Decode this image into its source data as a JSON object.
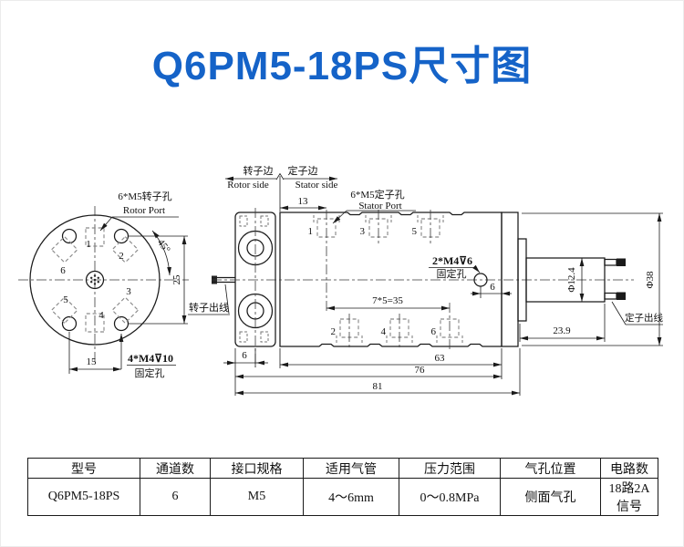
{
  "title": "Q6PM5-18PS尺寸图",
  "front": {
    "rotor_port_cn": "6*M5转子孔",
    "rotor_port_en": "Rotor Port",
    "n1": "1",
    "n2": "2",
    "n3": "3",
    "n4": "4",
    "n5": "5",
    "n6": "6",
    "angle": "45°",
    "h25": "25",
    "w15": "15",
    "fix": "4*M4⊽10",
    "fix2": "固定孔"
  },
  "side": {
    "rotor_side_cn": "转子边",
    "stator_side_cn": "定子边",
    "rotor_side_en": "Rotor side",
    "stator_side_en": "Stator side",
    "stator_port_cn": "6*M5定子孔",
    "stator_port_en": "Stator Port",
    "d13": "13",
    "p1": "1",
    "p3": "3",
    "p5": "5",
    "p2": "2",
    "p4": "4",
    "p6": "6",
    "fix": "2*M4⊽6",
    "fix2": "固定孔",
    "d6hole": "6",
    "pitch": "7*5=35",
    "rotor_wire": "转子出线",
    "stator_wire": "定子出线",
    "dia12": "Φ12.4",
    "dia38": "Φ38",
    "d239": "23.9",
    "d6": "6",
    "d63": "63",
    "d76": "76",
    "d81": "81"
  },
  "table": {
    "headers": [
      "型号",
      "通道数",
      "接口规格",
      "适用气管",
      "压力范围",
      "气孔位置",
      "电路数"
    ],
    "row": [
      "Q6PM5-18PS",
      "6",
      "M5",
      "4～6mm",
      "0～0.8MPa",
      "侧面气孔",
      "18路2A信号"
    ]
  },
  "colors": {
    "title_blue": "#1563c8",
    "line": "#1a1a1a"
  }
}
